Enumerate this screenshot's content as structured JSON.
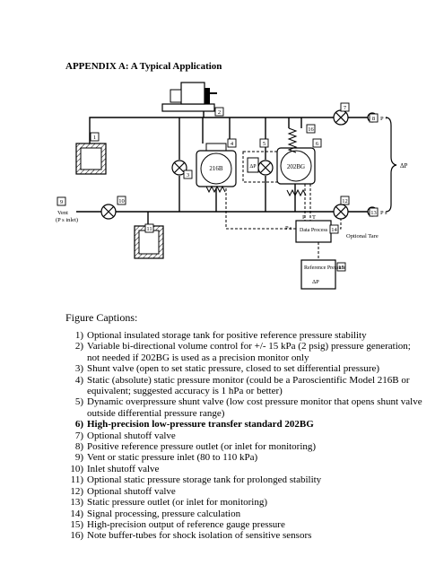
{
  "heading": {
    "label": "APPENDIX A",
    "title": ": A Typical Application"
  },
  "diagram": {
    "gauge_left": "216B",
    "gauge_right": "202BG",
    "delta_p": "ΔP",
    "p_plus": "P +",
    "p_minus": "P s",
    "vent_line1": "Vent",
    "vent_line2": "(P s inlet)",
    "optional_tare": "Optional Tare",
    "data_process": "Data Process",
    "reference_pressure": "Reference Pressure",
    "ps_label": "P s",
    "p_label": "P",
    "t_label": "T",
    "markers": [
      "1",
      "2",
      "3",
      "4",
      "5",
      "6",
      "7",
      "8",
      "9",
      "10",
      "11",
      "12",
      "13",
      "14",
      "15",
      "16"
    ]
  },
  "captions_title": "Figure Captions:",
  "captions": [
    {
      "num": "1)",
      "text": "Optional insulated storage tank for positive reference pressure stability"
    },
    {
      "num": "2)",
      "text": "Variable bi-directional volume control for +/- 15 kPa (2 psig) pressure generation; not needed if 202BG is used as a precision monitor only"
    },
    {
      "num": "3)",
      "text": "Shunt valve (open to set static pressure, closed to set differential pressure)"
    },
    {
      "num": "4)",
      "text": "Static (absolute) static pressure monitor (could be a Paroscientific Model 216B or equivalent; suggested accuracy is 1 hPa or better)"
    },
    {
      "num": "5)",
      "text": "Dynamic overpressure shunt valve (low cost pressure monitor that opens shunt valve outside differential pressure range)"
    },
    {
      "num": "6)",
      "text": "High-precision low-pressure transfer standard 202BG"
    },
    {
      "num": "7)",
      "text": "Optional shutoff valve"
    },
    {
      "num": "8)",
      "text": "Positive reference pressure outlet (or inlet for monitoring)"
    },
    {
      "num": "9)",
      "text": "Vent or static pressure inlet (80 to 110 kPa)"
    },
    {
      "num": "10)",
      "text": "Inlet shutoff valve"
    },
    {
      "num": "11)",
      "text": "Optional static pressure storage tank for prolonged stability"
    },
    {
      "num": "12)",
      "text": "Optional shutoff valve"
    },
    {
      "num": "13)",
      "text": "Static pressure outlet (or inlet for monitoring)"
    },
    {
      "num": "14)",
      "text": "Signal processing, pressure calculation"
    },
    {
      "num": "15)",
      "text": "High-precision output of reference gauge pressure"
    },
    {
      "num": "16)",
      "text": "Note buffer-tubes for shock isolation of sensitive sensors"
    }
  ]
}
